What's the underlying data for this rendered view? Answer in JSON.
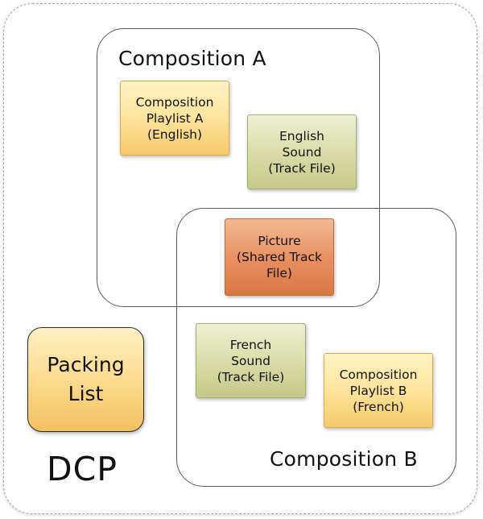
{
  "container": {
    "label": "DCP"
  },
  "composition_a": {
    "title": "Composition A"
  },
  "composition_b": {
    "title": "Composition B"
  },
  "playlist_a": {
    "lines": [
      "Composition",
      "Playlist A",
      "(English)"
    ]
  },
  "english_sound": {
    "lines": [
      "English",
      "Sound",
      "(Track File)"
    ]
  },
  "picture": {
    "lines": [
      "Picture",
      "(Shared Track",
      "File)"
    ]
  },
  "french_sound": {
    "lines": [
      "French",
      "Sound",
      "(Track File)"
    ]
  },
  "playlist_b": {
    "lines": [
      "Composition",
      "Playlist B",
      "(French)"
    ]
  },
  "packing_list": {
    "lines": [
      "Packing",
      "List"
    ]
  }
}
